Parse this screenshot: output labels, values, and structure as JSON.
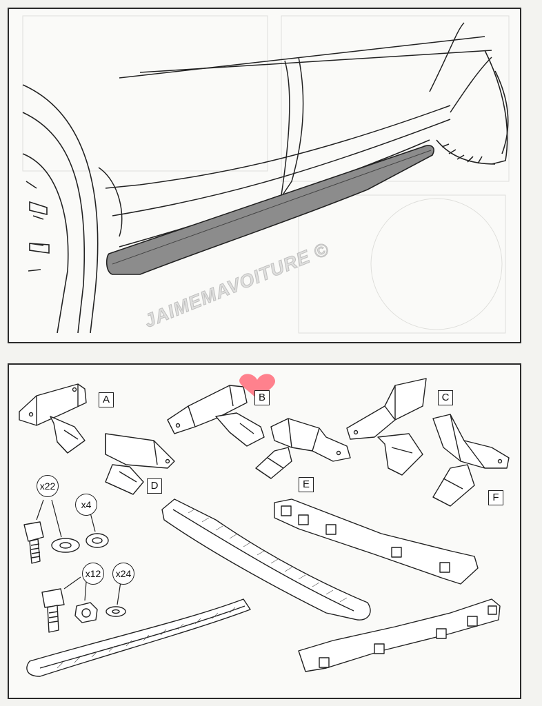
{
  "watermark": "JAIMEMAVOITURE ©",
  "parts": {
    "bracket_labels": [
      "A",
      "B",
      "C",
      "D",
      "E",
      "F"
    ],
    "hardware": {
      "bolt_long_qty": "x22",
      "spacer_qty": "x4",
      "bolt_short_qty": "x12",
      "washer_qty": "x24"
    }
  },
  "colors": {
    "ink": "#2a2a2a",
    "step_fill": "#8c8c8c",
    "heart": "#ff6b7a"
  }
}
